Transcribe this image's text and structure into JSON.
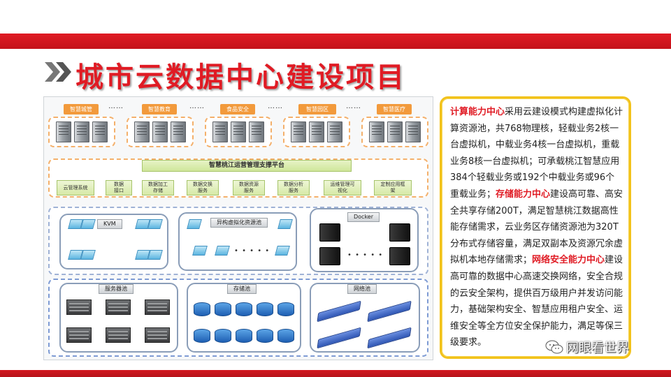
{
  "title": "城市云数据中心建设项目",
  "apps": [
    "智慧城管",
    "智慧教育",
    "食品安全",
    "智慧园区",
    "智慧医疗"
  ],
  "ellipsis": "……",
  "platform": {
    "title": "智慧桃江运营管理支撑平台",
    "modules": [
      "云管理系统",
      "数据\n接口",
      "数据加工\n存储",
      "数据交换\n服务",
      "数据资源\n服务",
      "数据分析\n服务",
      "运维管理可\n视化",
      "定制应用框\n架"
    ]
  },
  "virtualization": {
    "kvm": "KVM",
    "hetero": "异构虚拟化资源池",
    "docker": "Docker",
    "chain_dots": "• • • • •"
  },
  "pools": {
    "server": "服务器池",
    "storage": "存储池",
    "network": "网络池"
  },
  "description": {
    "p1_head": "计算能力中心",
    "p1_body": "采用云建设模式构建虚拟化计算资源池，共768物理核，轻载业务2核一台虚拟机，中载业务4核一台虚拟机，重载业务8核一台虚拟机；可承载桃江智慧应用384个轻载业务或192个中载业务或96个重载业务；",
    "p2_head": "存储能力中心",
    "p2_body": "建设高可靠、高安全共享存储200T，满足智慧桃江数据高性能存储需求，云业务区存储资源池为320T分布式存储容量，满足双副本及资源冗余虚拟机本地存储需求；",
    "p3_head": "网络安全能力中心",
    "p3_body": "建设高可靠的数据中心高速交换网络，安全合规的云安全架构，提供百万级用户并发访问能力，基础架构安全、智慧应用租户安全、运维安全等全方位安全保护能力，满足等保三级要求。"
  },
  "watermark": "网眼看世界",
  "colors": {
    "brand_red": "#e01b24",
    "accent_orange": "#f29a3c",
    "box_gold": "#f2c21b"
  }
}
